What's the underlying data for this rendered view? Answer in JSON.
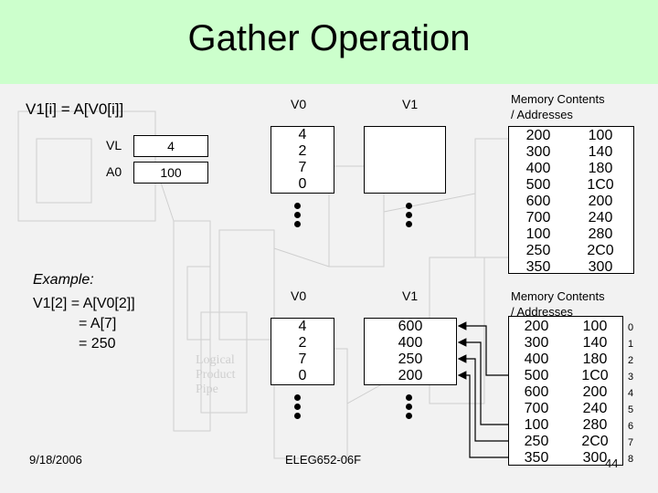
{
  "slide": {
    "title": "Gather Operation",
    "formula": "V1[i] = A[V0[i]]",
    "vl_label": "VL",
    "vl_value": "4",
    "a0_label": "A0",
    "a0_value": "100",
    "example": {
      "heading": "Example:",
      "line1": "V1[2] = A[V0[2]]",
      "line2": "= A[7]",
      "line3": "= 250"
    },
    "top": {
      "v0_label": "V0",
      "v1_label": "V1",
      "v0_values": [
        "4",
        "2",
        "7",
        "0"
      ],
      "mem_header_1": "Memory Contents",
      "mem_header_2": "/ Addresses",
      "mem_contents": [
        "200",
        "300",
        "400",
        "500",
        "600",
        "700",
        "100",
        "250",
        "350"
      ],
      "mem_addresses": [
        "100",
        "140",
        "180",
        "1C0",
        "200",
        "240",
        "280",
        "2C0",
        "300"
      ]
    },
    "bottom": {
      "v0_label": "V0",
      "v1_label": "V1",
      "v0_values": [
        "4",
        "2",
        "7",
        "0"
      ],
      "v1_values": [
        "600",
        "400",
        "250",
        "200"
      ],
      "mem_header_1": "Memory Contents",
      "mem_header_2": "/ Addresses",
      "mem_contents": [
        "200",
        "300",
        "400",
        "500",
        "600",
        "700",
        "100",
        "250",
        "350"
      ],
      "mem_addresses": [
        "100",
        "140",
        "180",
        "1C0",
        "200",
        "240",
        "280",
        "2C0",
        "300"
      ],
      "indices": [
        "0",
        "1",
        "2",
        "3",
        "4",
        "5",
        "6",
        "7",
        "8"
      ]
    },
    "footer": {
      "date": "9/18/2006",
      "course": "ELEG652-06F",
      "page": "44"
    }
  }
}
